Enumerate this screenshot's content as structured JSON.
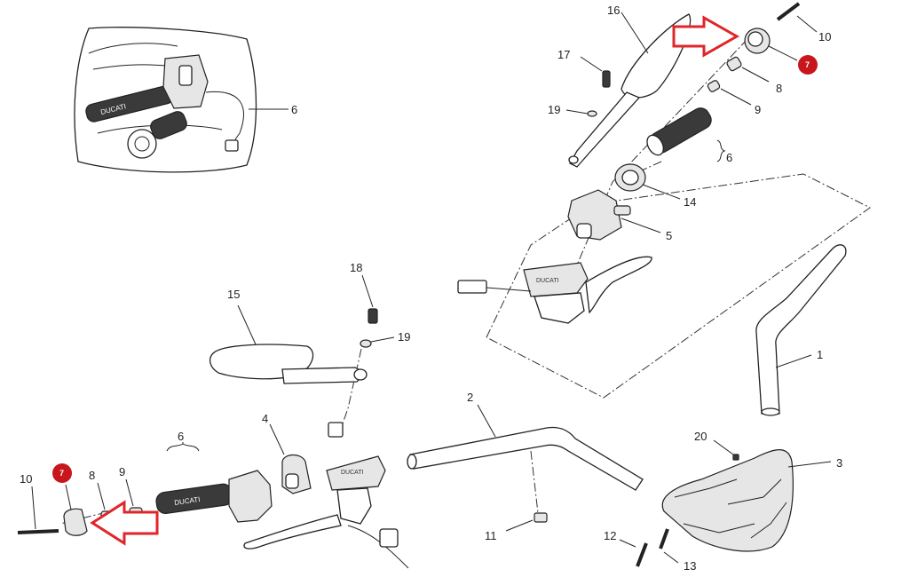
{
  "diagram": {
    "part_labels": {
      "n1": "1",
      "n2": "2",
      "n3": "3",
      "n4": "4",
      "n5": "5",
      "n6_inset": "6",
      "n6_right": "6",
      "n6_left": "6",
      "n8_right": "8",
      "n8_left": "8",
      "n9_right": "9",
      "n9_left": "9",
      "n10_right": "10",
      "n10_left": "10",
      "n11": "11",
      "n12": "12",
      "n13": "13",
      "n14": "14",
      "n15": "15",
      "n16": "16",
      "n17": "17",
      "n18": "18",
      "n19_upper": "19",
      "n19_lower": "19",
      "n20": "20"
    },
    "highlight": {
      "callout_right": "7",
      "callout_left": "7",
      "color": "#c8161d",
      "arrow_color": "#e0262b"
    },
    "grip_brand_text": "DUCATI"
  }
}
